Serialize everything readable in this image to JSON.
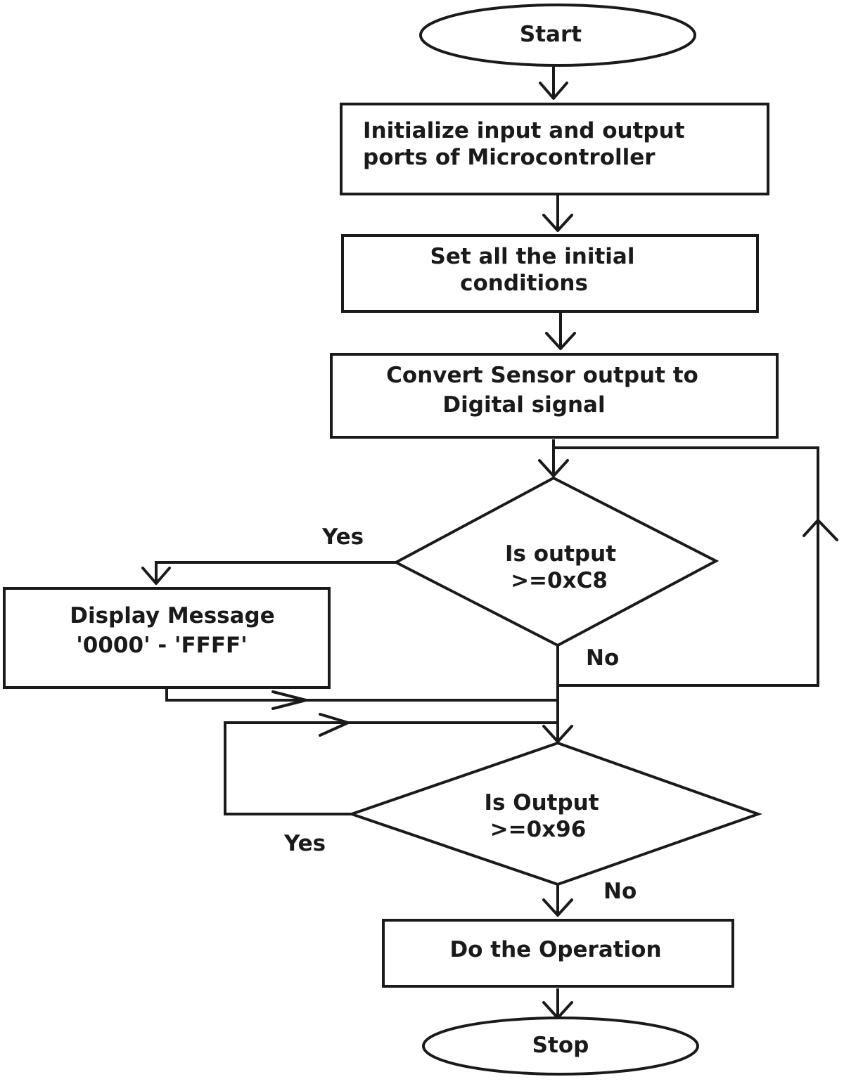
{
  "nodes": {
    "start": "Start",
    "init": [
      "Initialize input and output",
      "ports of Microcontroller"
    ],
    "setcond": [
      "Set all the initial",
      "conditions"
    ],
    "convert": [
      "Convert Sensor output to",
      "Digital signal"
    ],
    "decision1": [
      "Is output",
      ">=0xC8"
    ],
    "display": [
      "Display Message",
      "'0000' - 'FFFF'"
    ],
    "decision2": [
      "Is Output",
      ">=0x96"
    ],
    "operation": "Do the Operation",
    "stop": "Stop"
  },
  "edges": {
    "d1_yes": "Yes",
    "d1_no": "No",
    "d2_yes": "Yes",
    "d2_no": "No"
  }
}
